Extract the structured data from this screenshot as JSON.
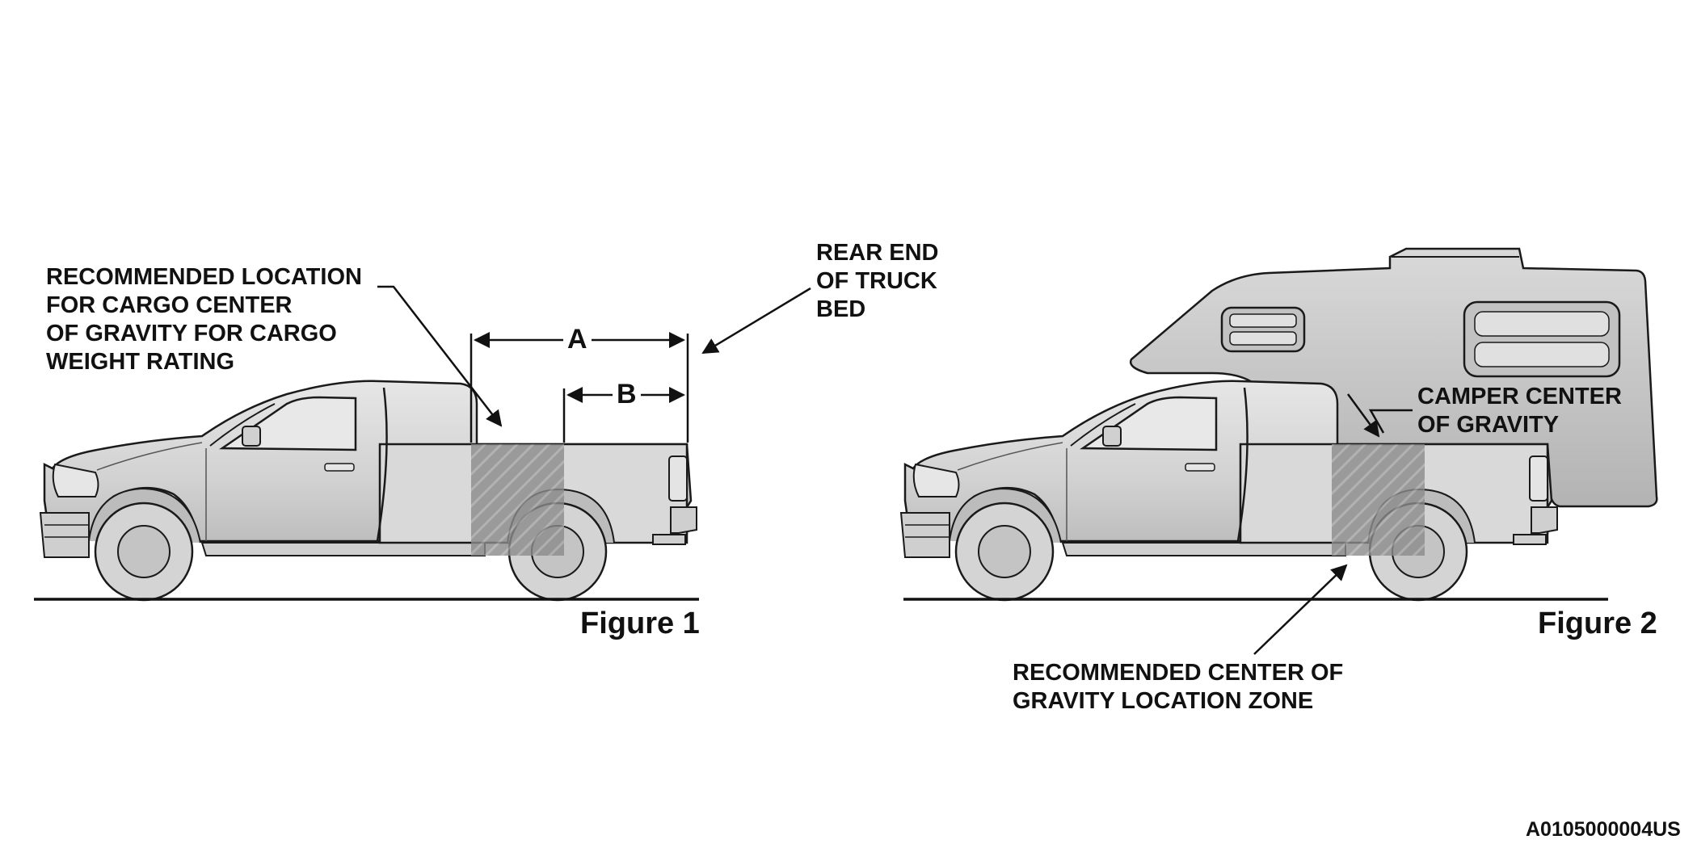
{
  "figure1": {
    "caption": "Figure 1",
    "cargo_label": [
      "RECOMMENDED LOCATION",
      "FOR CARGO CENTER",
      "OF GRAVITY FOR CARGO",
      "WEIGHT RATING"
    ],
    "rear_label": [
      "REAR END",
      "OF TRUCK",
      "BED"
    ],
    "dim_a": "A",
    "dim_b": "B"
  },
  "figure2": {
    "caption": "Figure 2",
    "camper_label": [
      "CAMPER CENTER",
      "OF GRAVITY"
    ],
    "zone_label": [
      "RECOMMENDED CENTER OF",
      "GRAVITY LOCATION ZONE"
    ]
  },
  "image_code": "A0105000004US",
  "colors": {
    "body": "#d6d6d6",
    "outline": "#1a1a1a",
    "zone_hatch": "#7a7a7a",
    "camper": "#c8c8c8"
  }
}
